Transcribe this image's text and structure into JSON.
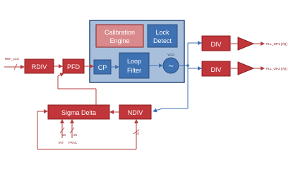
{
  "inputs": {
    "ref_clk": "REF_CLK"
  },
  "blocks": {
    "rdiv": "RDIV",
    "pfd": "PFD",
    "cp": "CP",
    "calibration_line1": "Calibration",
    "calibration_line2": "Engine",
    "lock_line1": "Lock",
    "lock_line2": "Detect",
    "loop_filter_line1": "Loop",
    "loop_filter_line2": "Filter",
    "vco_label": "VCO",
    "vco_symbol": "~",
    "div_top": "DIV",
    "div_bottom": "DIV",
    "sigma_delta": "Sigma Delta",
    "ndiv": "NDIV"
  },
  "outputs": {
    "out1": "PLL_OP1 (I/Q)",
    "out2": "PLL_OP2 (I/Q)"
  },
  "bus_labels": {
    "int_width": "10",
    "int_name": "INT",
    "frac_width": "20",
    "frac_name": "FRAC",
    "ndiv_width": "10"
  },
  "colors": {
    "red_block": "#c0363a",
    "red_border": "#8e1d20",
    "blue_panel": "#a8bfdc",
    "blue_block": "#3f72b3",
    "light_red_block": "#d98a8c",
    "red_wire": "#b33c3e",
    "blue_wire": "#3f72b3",
    "amp": "#c0363a"
  }
}
